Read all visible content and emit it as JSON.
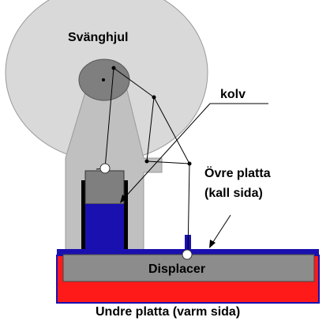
{
  "labels": {
    "flywheel": "Svänghjul",
    "piston": "kolv",
    "upper_plate_line1": "Övre platta",
    "upper_plate_line2": "(kall sida)",
    "displacer": "Displacer",
    "lower_plate": "Undre platta (varm sida)"
  },
  "colors": {
    "flywheel": "#d9d9d9",
    "frame": "#c0c0c0",
    "piston": "#7f7f7f",
    "working_gas": "#1a10b0",
    "hot_plate": "#ff1a1a",
    "cold_side": "#1a10b0",
    "displacer": "#8c8c8c"
  }
}
